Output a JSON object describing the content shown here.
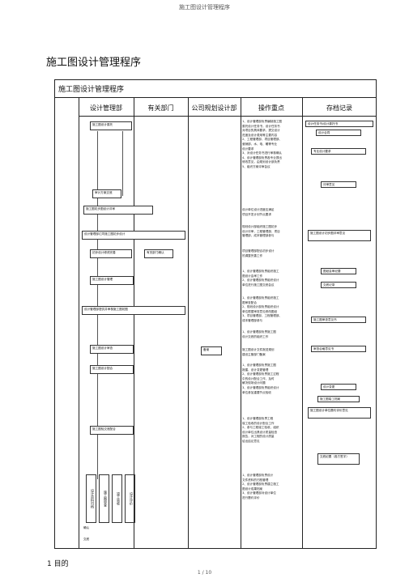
{
  "page": {
    "header": "施工图设计管理程序",
    "title": "施工图设计管理程序",
    "section": "1    目的",
    "page_number": "1 / 10"
  },
  "flowchart": {
    "title": "施工图设计管理程序",
    "columns": [
      "设计管理部",
      "有关部门",
      "公司规划设计部",
      "操作重点",
      "存档记录"
    ],
    "steps": [
      "施工图设计委托",
      "审计方案交底",
      "施工图初步图设计评审",
      "设计管理部汇同施工图初步设计",
      "初步设计修改完善",
      "有关部门确认",
      "施工图设计管理",
      "设计管理部提供并审核施工图初图",
      "施工图设计审查",
      "施工图设计配合",
      "施工图验交底配合",
      "备案"
    ],
    "notes": [
      [
        "1、设计管理部负责编制施工图",
        "委托设计任务书，设计任务书",
        "对项目的具体要求、提交设计",
        "进度及设计费用等主要内容",
        "2、工程管理部、项目管理部、",
        "营销部、水、电、暖等专业",
        "设计要求",
        "3、对设计任务书进行审核确认",
        "4、设计管理部负责各专业提出",
        "修改意见，由规划设计部负责",
        "5、组织方案评审会议"
      ],
      [
        "设计单位设计进度应满足",
        "项目开发计划节点要求"
      ],
      [
        "规划设计部组织施工图初步",
        "设计评审，工程管理部、项目",
        "管理部、成本管理部参与"
      ],
      [
        "项目管理部配合初步设计",
        "的调整完善工作"
      ],
      [
        "1、设计管理部负责组织施工",
        "图设计会审工作",
        "2、设计管理部负责组织设计",
        "单位进行施工图交底会议"
      ],
      [
        "1、设计管理部负责组织施工",
        "图审查配合",
        "2、规划设计部负责组织设计",
        "单位根据审查意见修改图纸",
        "3、项目管理部、工程管理部、",
        "成本管理部参与"
      ],
      [
        "1、设计管理部负责施工图",
        "设计交底的组织工作"
      ],
      [
        "施工图设计文件报送规划",
        "建设主管部门备案"
      ],
      [
        "1、设计管理部负责施工图",
        "报建、设计变更管理",
        "2、设计管理部负责施工过程",
        "中的设计配合工作，及时",
        "解决现场设计问题",
        "3、设计管理部负责组织设计",
        "单位参加重要节点验收"
      ],
      [
        "1、设计管理部负责工程",
        "竣工验收的设计配合工作",
        "2、参与工程竣工验收，组织",
        "设计单位出具设计质量检查",
        "报告，对工程的设计质量",
        "给出结论意见"
      ],
      [
        "1、设计管理部负责设计",
        "文件资料的归档管理",
        "2、设计管理部负责建立施工",
        "图设计成果档案",
        "3、设计管理部对设计单位",
        "进行履约评价"
      ]
    ],
    "records": [
      "设计任务书/设计委托书",
      "设计合同",
      "专业设计要求",
      "评审意见",
      "施工图设计初步图评审意见",
      "图纸会审纪要",
      "交底记录",
      "施工图审查意见书",
      "审查合格意见书",
      "设计变更",
      "施工图竣工档案",
      "施工图设计单位履约评价意见",
      "交底纪要（各方签字）"
    ],
    "vertical_cells": [
      "设计资料归档",
      "施工图审查",
      "竣工验收",
      "设计评价"
    ],
    "small_labels": [
      "确认",
      "交底"
    ]
  }
}
